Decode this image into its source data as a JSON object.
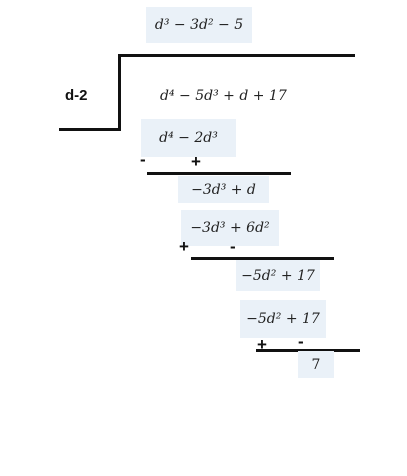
{
  "division": {
    "quotient": "d³ − 3d² − 5",
    "divisor": "d-2",
    "dividend": "d⁴ − 5d³ + d + 17",
    "steps": [
      {
        "subtract": "d⁴ − 2d³",
        "signs": [
          "-",
          "+"
        ],
        "remainder": "−3d³ + d"
      },
      {
        "subtract": "−3d³ + 6d²",
        "signs": [
          "+",
          "-"
        ],
        "remainder": "−5d² + 17"
      },
      {
        "subtract": "−5d² + 17",
        "signs": [
          "+",
          "-"
        ],
        "remainder": "7"
      }
    ]
  }
}
